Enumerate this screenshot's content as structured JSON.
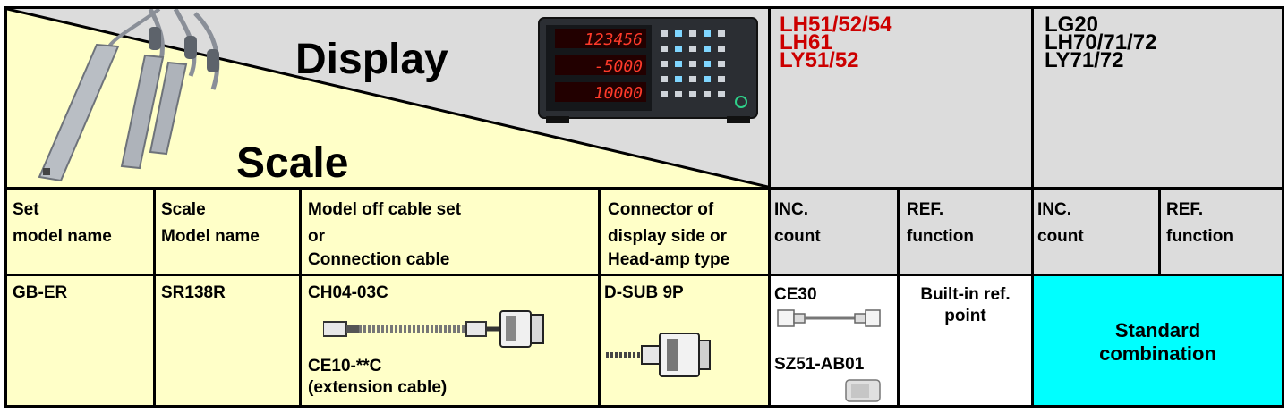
{
  "colors": {
    "cream": "#ffffc8",
    "grey": "#dcdcdc",
    "cyan": "#00ffff",
    "red": "#cc0000",
    "border": "#000000"
  },
  "top": {
    "display_label": "Display",
    "scale_label": "Scale",
    "group1_models": [
      "LH51/52/54",
      "LH61",
      "LY51/52"
    ],
    "group2_models": [
      "LG20",
      "LH70/71/72",
      "LY71/72"
    ],
    "readout_values": [
      "123456",
      "-5000",
      "10000"
    ]
  },
  "headers": {
    "set_model": [
      "Set",
      "model name"
    ],
    "scale_model": [
      "Scale",
      "Model name"
    ],
    "cable_set": [
      "Model off cable set",
      "or",
      "Connection cable"
    ],
    "connector": [
      "Connector of",
      "display side or",
      "Head-amp type"
    ],
    "inc1": [
      "INC.",
      "count"
    ],
    "ref1": [
      "REF.",
      "function"
    ],
    "inc2": [
      "INC.",
      "count"
    ],
    "ref2": [
      "REF.",
      "function"
    ]
  },
  "row": {
    "set_model": "GB-ER",
    "scale_model": "SR138R",
    "cable_model": "CH04-03C",
    "extension_model": "CE10-**C",
    "extension_note": "(extension cable)",
    "connector": "D-SUB 9P",
    "inc1_item1": "CE30",
    "inc1_item2": "SZ51-AB01",
    "ref1": [
      "Built-in ref.",
      "point"
    ],
    "combination": [
      "Standard",
      "combination"
    ]
  }
}
